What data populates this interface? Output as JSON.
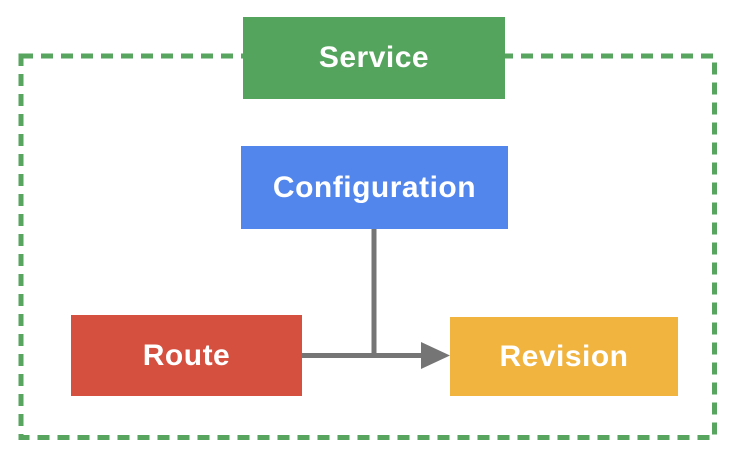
{
  "diagram": {
    "nodes": {
      "service": {
        "label": "Service",
        "color": "#55A45E"
      },
      "configuration": {
        "label": "Configuration",
        "color": "#5286EC"
      },
      "route": {
        "label": "Route",
        "color": "#D5503F"
      },
      "revision": {
        "label": "Revision",
        "color": "#F0B43F"
      }
    },
    "boundary": {
      "belongs_to": "service",
      "style": "dashed",
      "color": "#57A55F"
    },
    "edges": [
      {
        "from": "route",
        "to": "revision",
        "arrow": true,
        "color": "#757575"
      },
      {
        "from": "configuration",
        "to": "route-revision-connector",
        "arrow": false,
        "color": "#757575"
      }
    ],
    "label_text_color": "#FFFFFF",
    "background_color": "#FFFFFF"
  }
}
